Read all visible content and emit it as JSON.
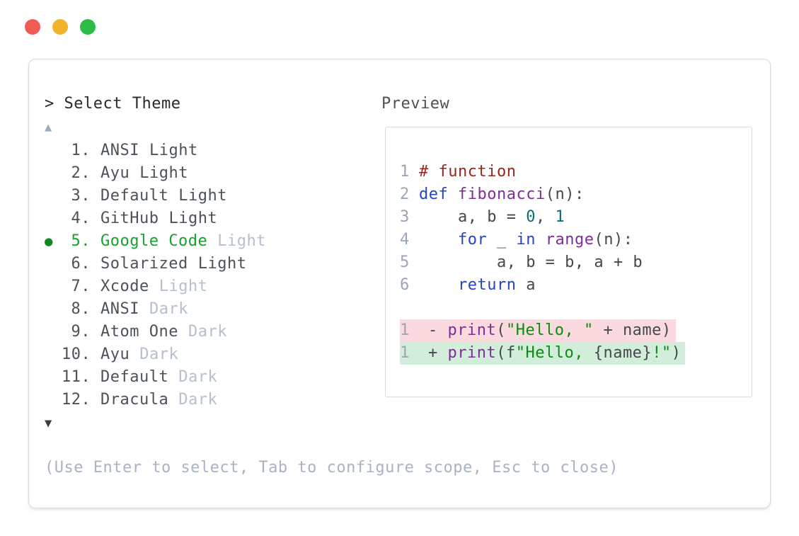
{
  "window": {
    "controls": [
      "close",
      "minimize",
      "zoom"
    ]
  },
  "selector": {
    "prompt_symbol": ">",
    "title": "Select Theme",
    "scroll_up_symbol": "▲",
    "scroll_down_symbol": "▼",
    "selected_marker": "●",
    "items": [
      {
        "number": "1.",
        "name": "ANSI",
        "suffix": "Light",
        "selected": false,
        "dim_suffix": false
      },
      {
        "number": "2.",
        "name": "Ayu",
        "suffix": "Light",
        "selected": false,
        "dim_suffix": false
      },
      {
        "number": "3.",
        "name": "Default",
        "suffix": "Light",
        "selected": false,
        "dim_suffix": false
      },
      {
        "number": "4.",
        "name": "GitHub",
        "suffix": "Light",
        "selected": false,
        "dim_suffix": false
      },
      {
        "number": "5.",
        "name": "Google Code",
        "suffix": "Light",
        "selected": true,
        "dim_suffix": true
      },
      {
        "number": "6.",
        "name": "Solarized",
        "suffix": "Light",
        "selected": false,
        "dim_suffix": false
      },
      {
        "number": "7.",
        "name": "Xcode",
        "suffix": "Light",
        "selected": false,
        "dim_suffix": true
      },
      {
        "number": "8.",
        "name": "ANSI",
        "suffix": "Dark",
        "selected": false,
        "dim_suffix": true
      },
      {
        "number": "9.",
        "name": "Atom One",
        "suffix": "Dark",
        "selected": false,
        "dim_suffix": true
      },
      {
        "number": "10.",
        "name": "Ayu",
        "suffix": "Dark",
        "selected": false,
        "dim_suffix": true
      },
      {
        "number": "11.",
        "name": "Default",
        "suffix": "Dark",
        "selected": false,
        "dim_suffix": true
      },
      {
        "number": "12.",
        "name": "Dracula",
        "suffix": "Dark",
        "selected": false,
        "dim_suffix": true
      }
    ],
    "footer_hint": "(Use Enter to select, Tab to configure scope, Esc to close)"
  },
  "preview": {
    "title": "Preview",
    "code_lines": [
      {
        "num": "1",
        "tokens": [
          {
            "t": "# function",
            "c": "comment"
          }
        ]
      },
      {
        "num": "2",
        "tokens": [
          {
            "t": "def",
            "c": "keyword"
          },
          {
            "t": " ",
            "c": "default"
          },
          {
            "t": "fibonacci",
            "c": "fn"
          },
          {
            "t": "(n):",
            "c": "default"
          }
        ]
      },
      {
        "num": "3",
        "tokens": [
          {
            "t": "    a, b = ",
            "c": "default"
          },
          {
            "t": "0",
            "c": "number"
          },
          {
            "t": ", ",
            "c": "default"
          },
          {
            "t": "1",
            "c": "number"
          }
        ]
      },
      {
        "num": "4",
        "tokens": [
          {
            "t": "    ",
            "c": "default"
          },
          {
            "t": "for",
            "c": "keyword"
          },
          {
            "t": " _ ",
            "c": "default"
          },
          {
            "t": "in",
            "c": "keyword"
          },
          {
            "t": " ",
            "c": "default"
          },
          {
            "t": "range",
            "c": "fn"
          },
          {
            "t": "(n):",
            "c": "default"
          }
        ]
      },
      {
        "num": "5",
        "tokens": [
          {
            "t": "        a, b = b, a + b",
            "c": "default"
          }
        ]
      },
      {
        "num": "6",
        "tokens": [
          {
            "t": "    ",
            "c": "default"
          },
          {
            "t": "return",
            "c": "keyword"
          },
          {
            "t": " a",
            "c": "default"
          }
        ]
      }
    ],
    "diff_lines": [
      {
        "num": "1",
        "kind": "del",
        "tokens": [
          {
            "t": "- ",
            "c": "default"
          },
          {
            "t": "print",
            "c": "fn"
          },
          {
            "t": "(",
            "c": "default"
          },
          {
            "t": "\"Hello, \"",
            "c": "string"
          },
          {
            "t": " + name)",
            "c": "default"
          }
        ]
      },
      {
        "num": "1",
        "kind": "add",
        "tokens": [
          {
            "t": "+ ",
            "c": "default"
          },
          {
            "t": "print",
            "c": "fn"
          },
          {
            "t": "(f",
            "c": "default"
          },
          {
            "t": "\"Hello, ",
            "c": "string"
          },
          {
            "t": "{name}",
            "c": "default"
          },
          {
            "t": "!\"",
            "c": "string"
          },
          {
            "t": ")",
            "c": "default"
          }
        ]
      }
    ]
  },
  "colors": {
    "traffic-red": "#f15b55",
    "traffic-yellow": "#f2b32b",
    "traffic-green": "#2abc46",
    "panel-border": "#d6dae1",
    "preview-border": "#d9dde3",
    "text-dark": "#26292e",
    "text-gray": "#4c5258",
    "dim": "#b6bfcd",
    "hint": "#a9b3c3",
    "accent-green": "#18a12e",
    "marker-green": "#0c8a1e",
    "scroll-up": "#9dabc2",
    "scroll-down": "#3a3e42",
    "line-number": "#9aa5b6",
    "code-default": "#44494f",
    "code-comment": "#99261d",
    "code-keyword": "#2545c0",
    "code-fn": "#802e97",
    "code-number": "#0b6e6e",
    "code-string": "#0f8a14",
    "diff-del-bg": "#fadade",
    "diff-add-bg": "#d2edda"
  }
}
